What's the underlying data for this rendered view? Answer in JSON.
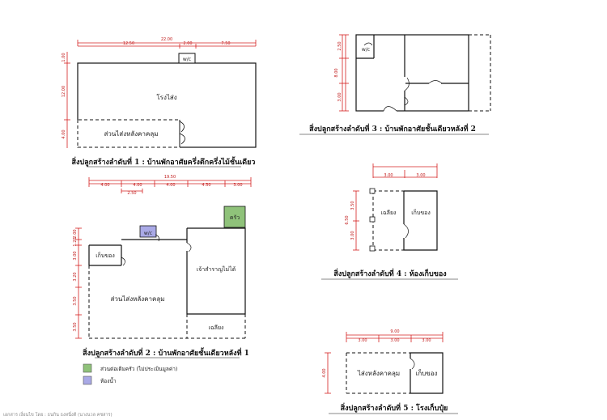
{
  "drawing1": {
    "total_width": "22.00",
    "segments": [
      "12.50",
      "2.00",
      "7.50"
    ],
    "heights": [
      "12.00",
      "1.00",
      "4.00"
    ],
    "wc": "w/c",
    "main_room": "โรงไส่ง",
    "sub_area": "ส่วนไส่งหลังคาคลุม",
    "caption": "สิ่งปลูกสร้างลำดับที่ 1 : บ้านพักอาศัยครึ่งตึกครึ่งไม้ชั้นเดียว"
  },
  "drawing2": {
    "total_width": "19.50",
    "segments": [
      "4.00",
      "4.00",
      "4.00",
      "4.50",
      "3.00"
    ],
    "extra_dim": "2.50",
    "heights": [
      "2.00",
      "1.20",
      "3.00",
      "3.20",
      "3.50",
      "3.50"
    ],
    "kitchen": "ครัว",
    "wc": "w/c",
    "store": "เก็บของ",
    "shrine": "เจ้าสำราญไม่ได้",
    "covered": "ส่วนไส่งหลังคาคลุม",
    "porch": "เฉลียง",
    "caption": "สิ่งปลูกสร้างลำดับที่ 2 : บ้านพักอาศัยชั้นเดียวหลังที่ 1"
  },
  "drawing3": {
    "heights": [
      "2.50",
      "8.00",
      "3.00"
    ],
    "wc": "w/c",
    "caption": "สิ่งปลูกสร้างลำดับที่ 3 : บ้านพักอาศัยชั้นเดียวหลังที่ 2"
  },
  "drawing4": {
    "segments": [
      "3.00",
      "3.00"
    ],
    "heights": [
      "6.50",
      "3.50",
      "3.00"
    ],
    "porch": "เฉลียง",
    "store": "เก็บของ",
    "caption": "สิ่งปลูกสร้างลำดับที่ 4 : ห้องเก็บของ"
  },
  "drawing5": {
    "total_width": "9.00",
    "segments": [
      "3.00",
      "3.00",
      "3.00"
    ],
    "height": "4.00",
    "covered": "ไส่งหลังคาคลุม",
    "store": "เก็บของ",
    "caption": "สิ่งปลูกสร้างลำดับที่ 5 : โรงเก็บปุ๋ย"
  },
  "legend": {
    "items": [
      {
        "label": "ส่วนต่อเติมครัว (ไม่ประเมินมูลค่า)",
        "color": "#8fc27a"
      },
      {
        "label": "ห้องน้ำ",
        "color": "#a9a9e6"
      }
    ]
  },
  "footer": "เอกสาร เงื่อนไข โดย : ธนกิน ธงหนึ่งดี (นางนวล คชสาร)",
  "colors": {
    "kitchen": "#8fc27a",
    "wc": "#a9a9e6",
    "dimension": "#d42020"
  }
}
